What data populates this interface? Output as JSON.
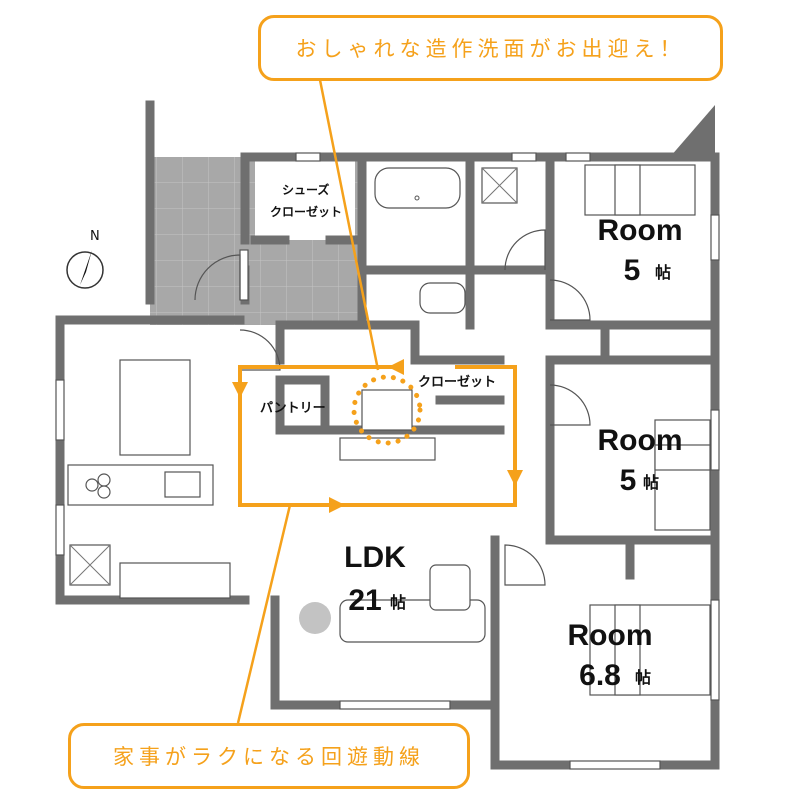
{
  "callouts": {
    "top": "おしゃれな造作洗面がお出迎え！",
    "bottom": "家事がラクになる回遊動線"
  },
  "compass": {
    "label": "N"
  },
  "labels": {
    "shoe_closet_1": "シューズ",
    "shoe_closet_2": "クローゼット",
    "closet": "クローゼット",
    "pantry": "パントリー"
  },
  "rooms": [
    {
      "name": "Room",
      "size": "5",
      "unit": "帖"
    },
    {
      "name": "Room",
      "size": "5",
      "unit": "帖"
    },
    {
      "name": "Room",
      "size": "6.8",
      "unit": "帖"
    },
    {
      "name": "LDK",
      "size": "21",
      "unit": "帖"
    }
  ],
  "colors": {
    "accent": "#f5a11b",
    "wall": "#6f6f6f",
    "tile": "#a9a9a9"
  }
}
